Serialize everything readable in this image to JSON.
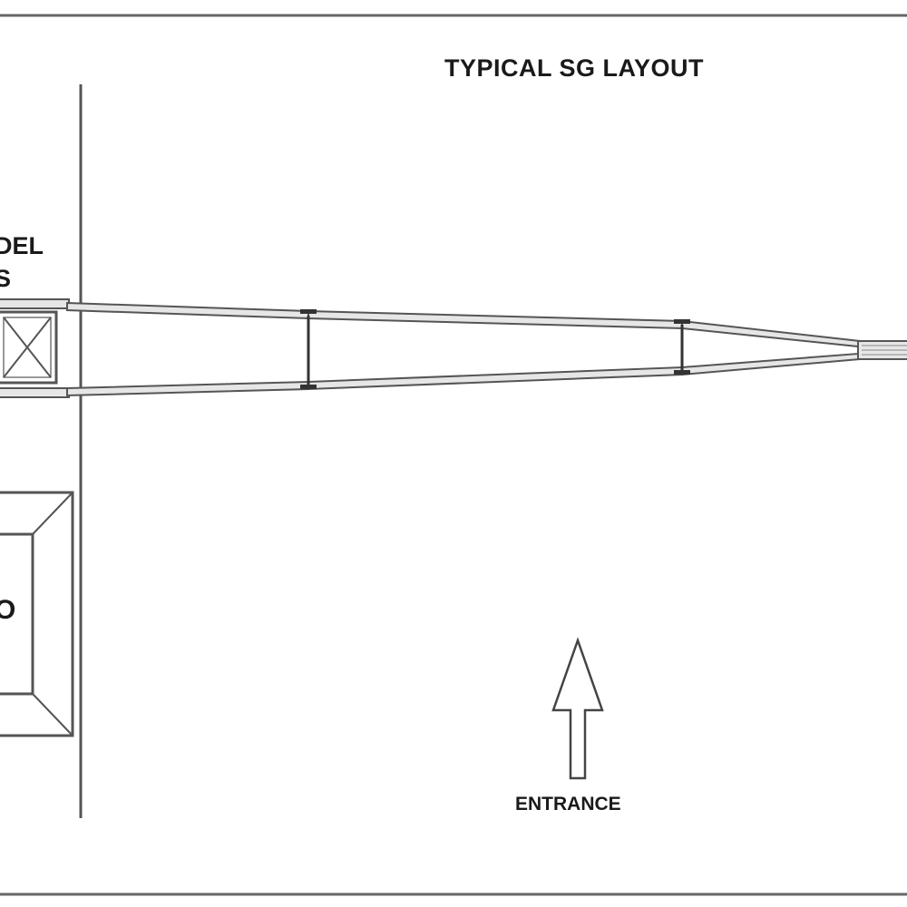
{
  "diagram": {
    "title": "TYPICAL SG LAYOUT",
    "entrance_label": "ENTRANCE",
    "model_label": [
      "DEL",
      "S"
    ],
    "box_label": "O"
  },
  "colors": {
    "line": "#555555",
    "bar_fill": "#e6e6e6",
    "background": "#ffffff",
    "text": "#1a1a1a"
  }
}
